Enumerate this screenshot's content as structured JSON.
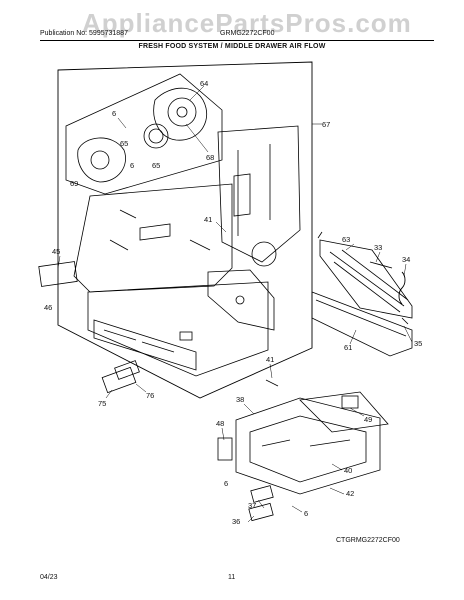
{
  "header": {
    "publication": "Publication No: 5995731887",
    "model": "GRMG2272CF00",
    "title": "FRESH FOOD SYSTEM / MIDDLE DRAWER AIR FLOW",
    "watermark": "AppliancePartsPros.com"
  },
  "callouts": {
    "c64": "64",
    "c6a": "6",
    "c65a": "65",
    "c68": "68",
    "c6b": "6",
    "c65b": "65",
    "c69": "69",
    "c67": "67",
    "c41a": "41",
    "c45": "45",
    "c46": "46",
    "c63": "63",
    "c33": "33",
    "c34": "34",
    "c61": "61",
    "c35": "35",
    "c41b": "41",
    "c75": "75",
    "c76": "76",
    "c38": "38",
    "c49": "49",
    "c48": "48",
    "c40": "40",
    "c6c": "6",
    "c42": "42",
    "c37": "37",
    "c36": "36",
    "c6d": "6"
  },
  "footer": {
    "diagram_code": "CTGRMG2272CF00",
    "date": "04/23",
    "page": "11"
  }
}
